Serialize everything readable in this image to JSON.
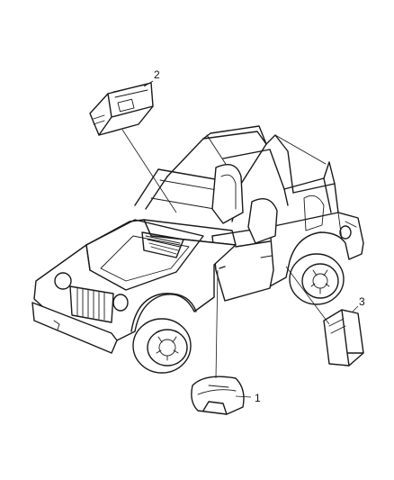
{
  "callouts": [
    {
      "number": "1",
      "part": "driver-airbag"
    },
    {
      "number": "2",
      "part": "passenger-airbag-module"
    },
    {
      "number": "3",
      "part": "airbag-control-module"
    }
  ]
}
